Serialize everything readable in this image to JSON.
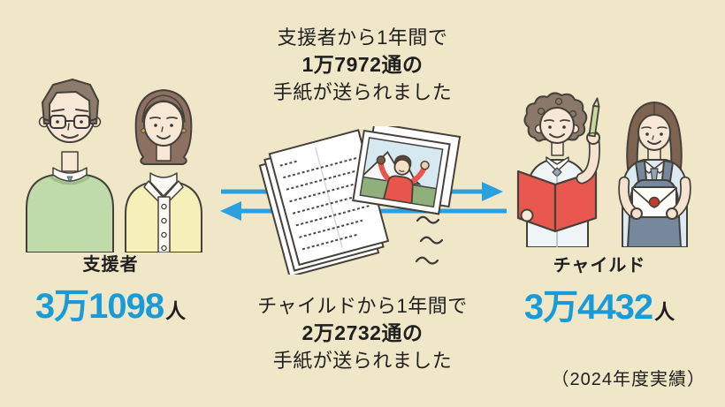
{
  "colors": {
    "background": "#F0E6C8",
    "number_blue": "#189CD9",
    "arrow_blue": "#2AA0DF",
    "text_dark": "#1F1F1F",
    "book_red": "#E8584E",
    "seal_red": "#BF3A31"
  },
  "notes": {
    "supporter_to_child": {
      "line1": "支援者から1年間で",
      "line2": "1万7972通の",
      "line3": "手紙が送られました"
    },
    "child_to_supporter": {
      "line1": "チャイルドから1年間で",
      "line2": "2万2732通の",
      "line3": "手紙が送られました"
    }
  },
  "groups": {
    "supporters": {
      "label": "支援者",
      "count": "3万1098",
      "unit": "人"
    },
    "children": {
      "label": "チャイルド",
      "count": "3万4432",
      "unit": "人"
    }
  },
  "footnote": "（2024年度実績）"
}
